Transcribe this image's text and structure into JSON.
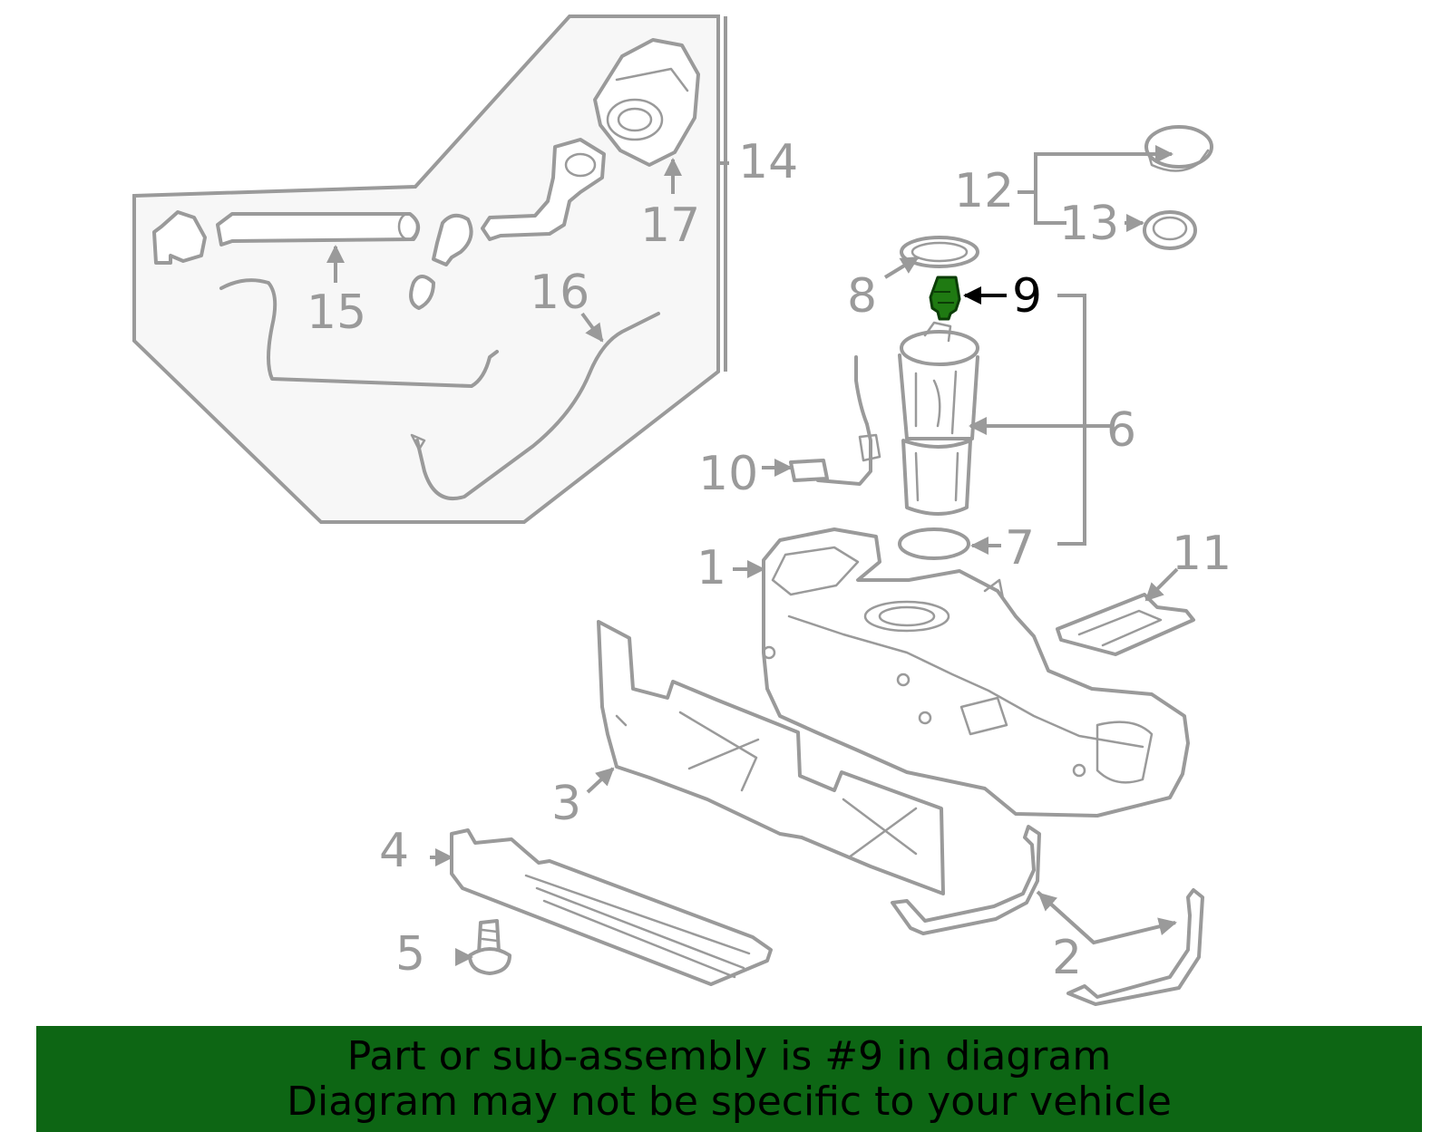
{
  "banner": {
    "line1": "Part or sub-assembly is #9 in diagram",
    "line2": "Diagram may not be specific to your vehicle",
    "color": "#0d6614"
  },
  "diagram": {
    "highlighted_part": "9",
    "highlight_color": "#1f7a12",
    "line_color": "#9a9a9a",
    "callouts": {
      "c1": "1",
      "c2": "2",
      "c3": "3",
      "c4": "4",
      "c5": "5",
      "c6": "6",
      "c7": "7",
      "c8": "8",
      "c9": "9",
      "c10": "10",
      "c11": "11",
      "c12": "12",
      "c13": "13",
      "c14": "14",
      "c15": "15",
      "c16": "16",
      "c17": "17"
    }
  }
}
